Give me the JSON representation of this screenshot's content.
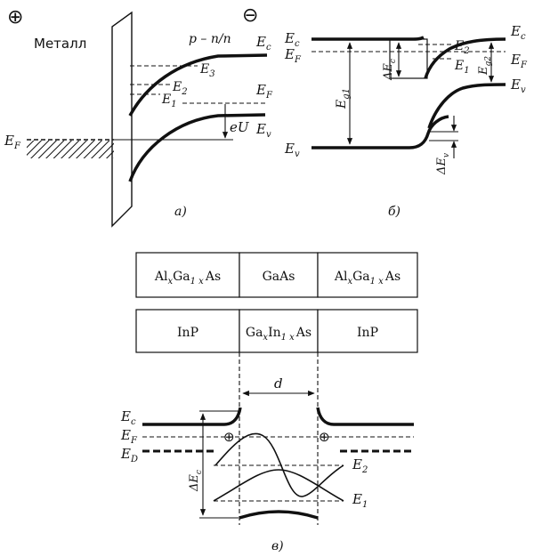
{
  "panel_a": {
    "plus_sign": "⊕",
    "minus_sign": "⊖",
    "metal_label": "Металл",
    "junction_label": "p – п/п",
    "ec": "E",
    "ec_sub": "c",
    "e3": "E",
    "e3_sub": "3",
    "e2": "E",
    "e2_sub": "2",
    "e1": "E",
    "e1_sub": "1",
    "ef_right": "E",
    "ef_right_sub": "F",
    "ef_left": "E",
    "ef_left_sub": "F",
    "eu": "eU",
    "ev": "E",
    "ev_sub": "v",
    "caption": "а)"
  },
  "panel_b": {
    "ec_left": "E",
    "ec_left_sub": "c",
    "ef_left": "E",
    "ef_left_sub": "F",
    "ev_left": "E",
    "ev_left_sub": "v",
    "eg1": "E",
    "eg1_sub": "g1",
    "delta_ec": "ΔE",
    "delta_ec_sub": "c",
    "e2": "E",
    "e2_sub": "2",
    "e1": "E",
    "e1_sub": "1",
    "eg2": "E",
    "eg2_sub": "g2",
    "ec_right": "E",
    "ec_right_sub": "c",
    "ef_right": "E",
    "ef_right_sub": "F",
    "ev_right": "E",
    "ev_right_sub": "v",
    "delta_ev": "ΔE",
    "delta_ev_sub": "v",
    "caption": "б)"
  },
  "panel_c": {
    "row1": [
      {
        "main": "Al",
        "s1": "x",
        "mid": "Ga",
        "s2": "1 x",
        "end": "As"
      },
      {
        "main": "GaAs",
        "s1": "",
        "mid": "",
        "s2": "",
        "end": ""
      },
      {
        "main": "Al",
        "s1": "x",
        "mid": "Ga",
        "s2": "1 x",
        "end": "As"
      }
    ],
    "row2": [
      {
        "main": "InP",
        "s1": "",
        "mid": "",
        "s2": "",
        "end": ""
      },
      {
        "main": "Ga",
        "s1": "x",
        "mid": "In",
        "s2": "1 x",
        "end": "As"
      },
      {
        "main": "InP",
        "s1": "",
        "mid": "",
        "s2": "",
        "end": ""
      }
    ],
    "d": "d",
    "ec": "E",
    "ec_sub": "c",
    "ef": "E",
    "ef_sub": "F",
    "ed": "E",
    "ed_sub": "D",
    "delta_ec": "ΔE",
    "delta_ec_sub": "c",
    "e2": "E",
    "e2_sub": "2",
    "e1": "E",
    "e1_sub": "1",
    "plus_sign": "⊕",
    "caption": "в)"
  }
}
